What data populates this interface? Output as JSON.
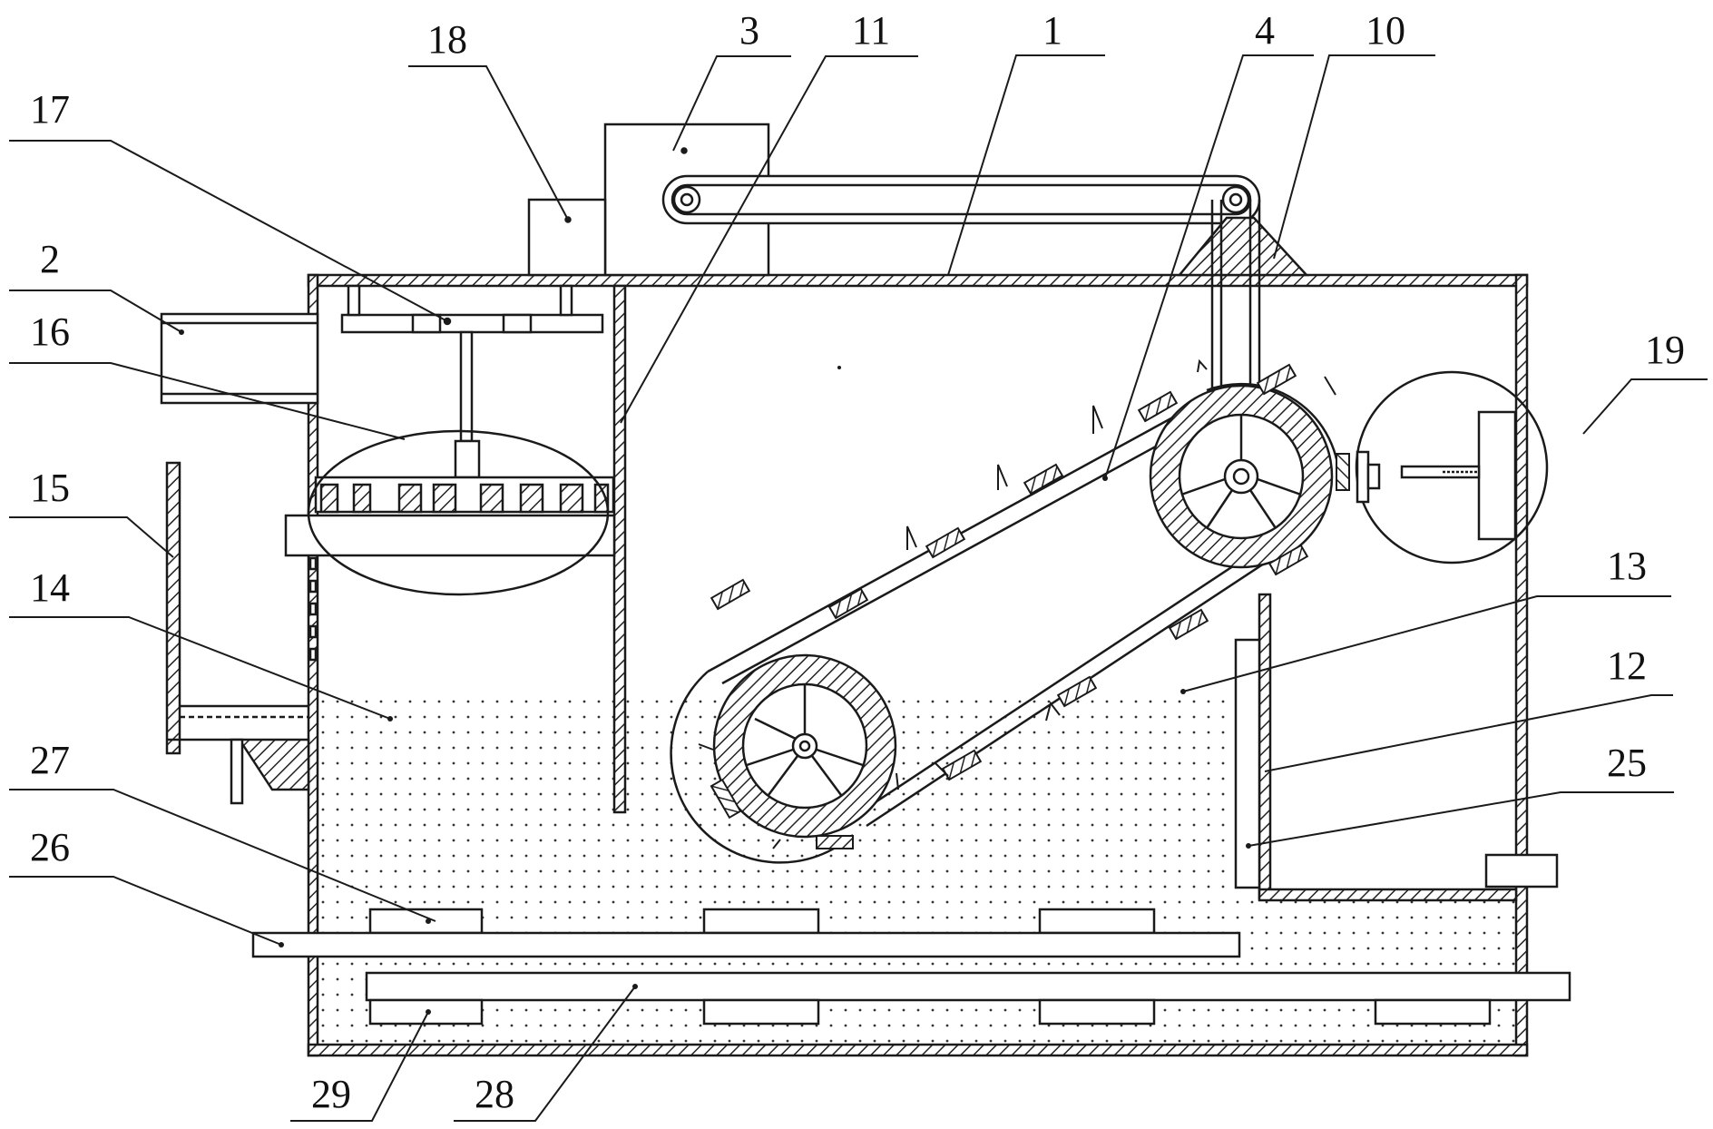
{
  "figure": {
    "stroke_color": "#1a1a1a",
    "background": "#ffffff",
    "reference_numerals": [
      {
        "id": "n1",
        "text": "1"
      },
      {
        "id": "n2",
        "text": "2"
      },
      {
        "id": "n3",
        "text": "3"
      },
      {
        "id": "n4",
        "text": "4"
      },
      {
        "id": "n10",
        "text": "10"
      },
      {
        "id": "n11",
        "text": "11"
      },
      {
        "id": "n12",
        "text": "12"
      },
      {
        "id": "n13",
        "text": "13"
      },
      {
        "id": "n14",
        "text": "14"
      },
      {
        "id": "n15",
        "text": "15"
      },
      {
        "id": "n16",
        "text": "16"
      },
      {
        "id": "n17",
        "text": "17"
      },
      {
        "id": "n18",
        "text": "18"
      },
      {
        "id": "n19",
        "text": "19"
      },
      {
        "id": "n25",
        "text": "25"
      },
      {
        "id": "n26",
        "text": "26"
      },
      {
        "id": "n27",
        "text": "27"
      },
      {
        "id": "n28",
        "text": "28"
      },
      {
        "id": "n29",
        "text": "29"
      }
    ]
  }
}
